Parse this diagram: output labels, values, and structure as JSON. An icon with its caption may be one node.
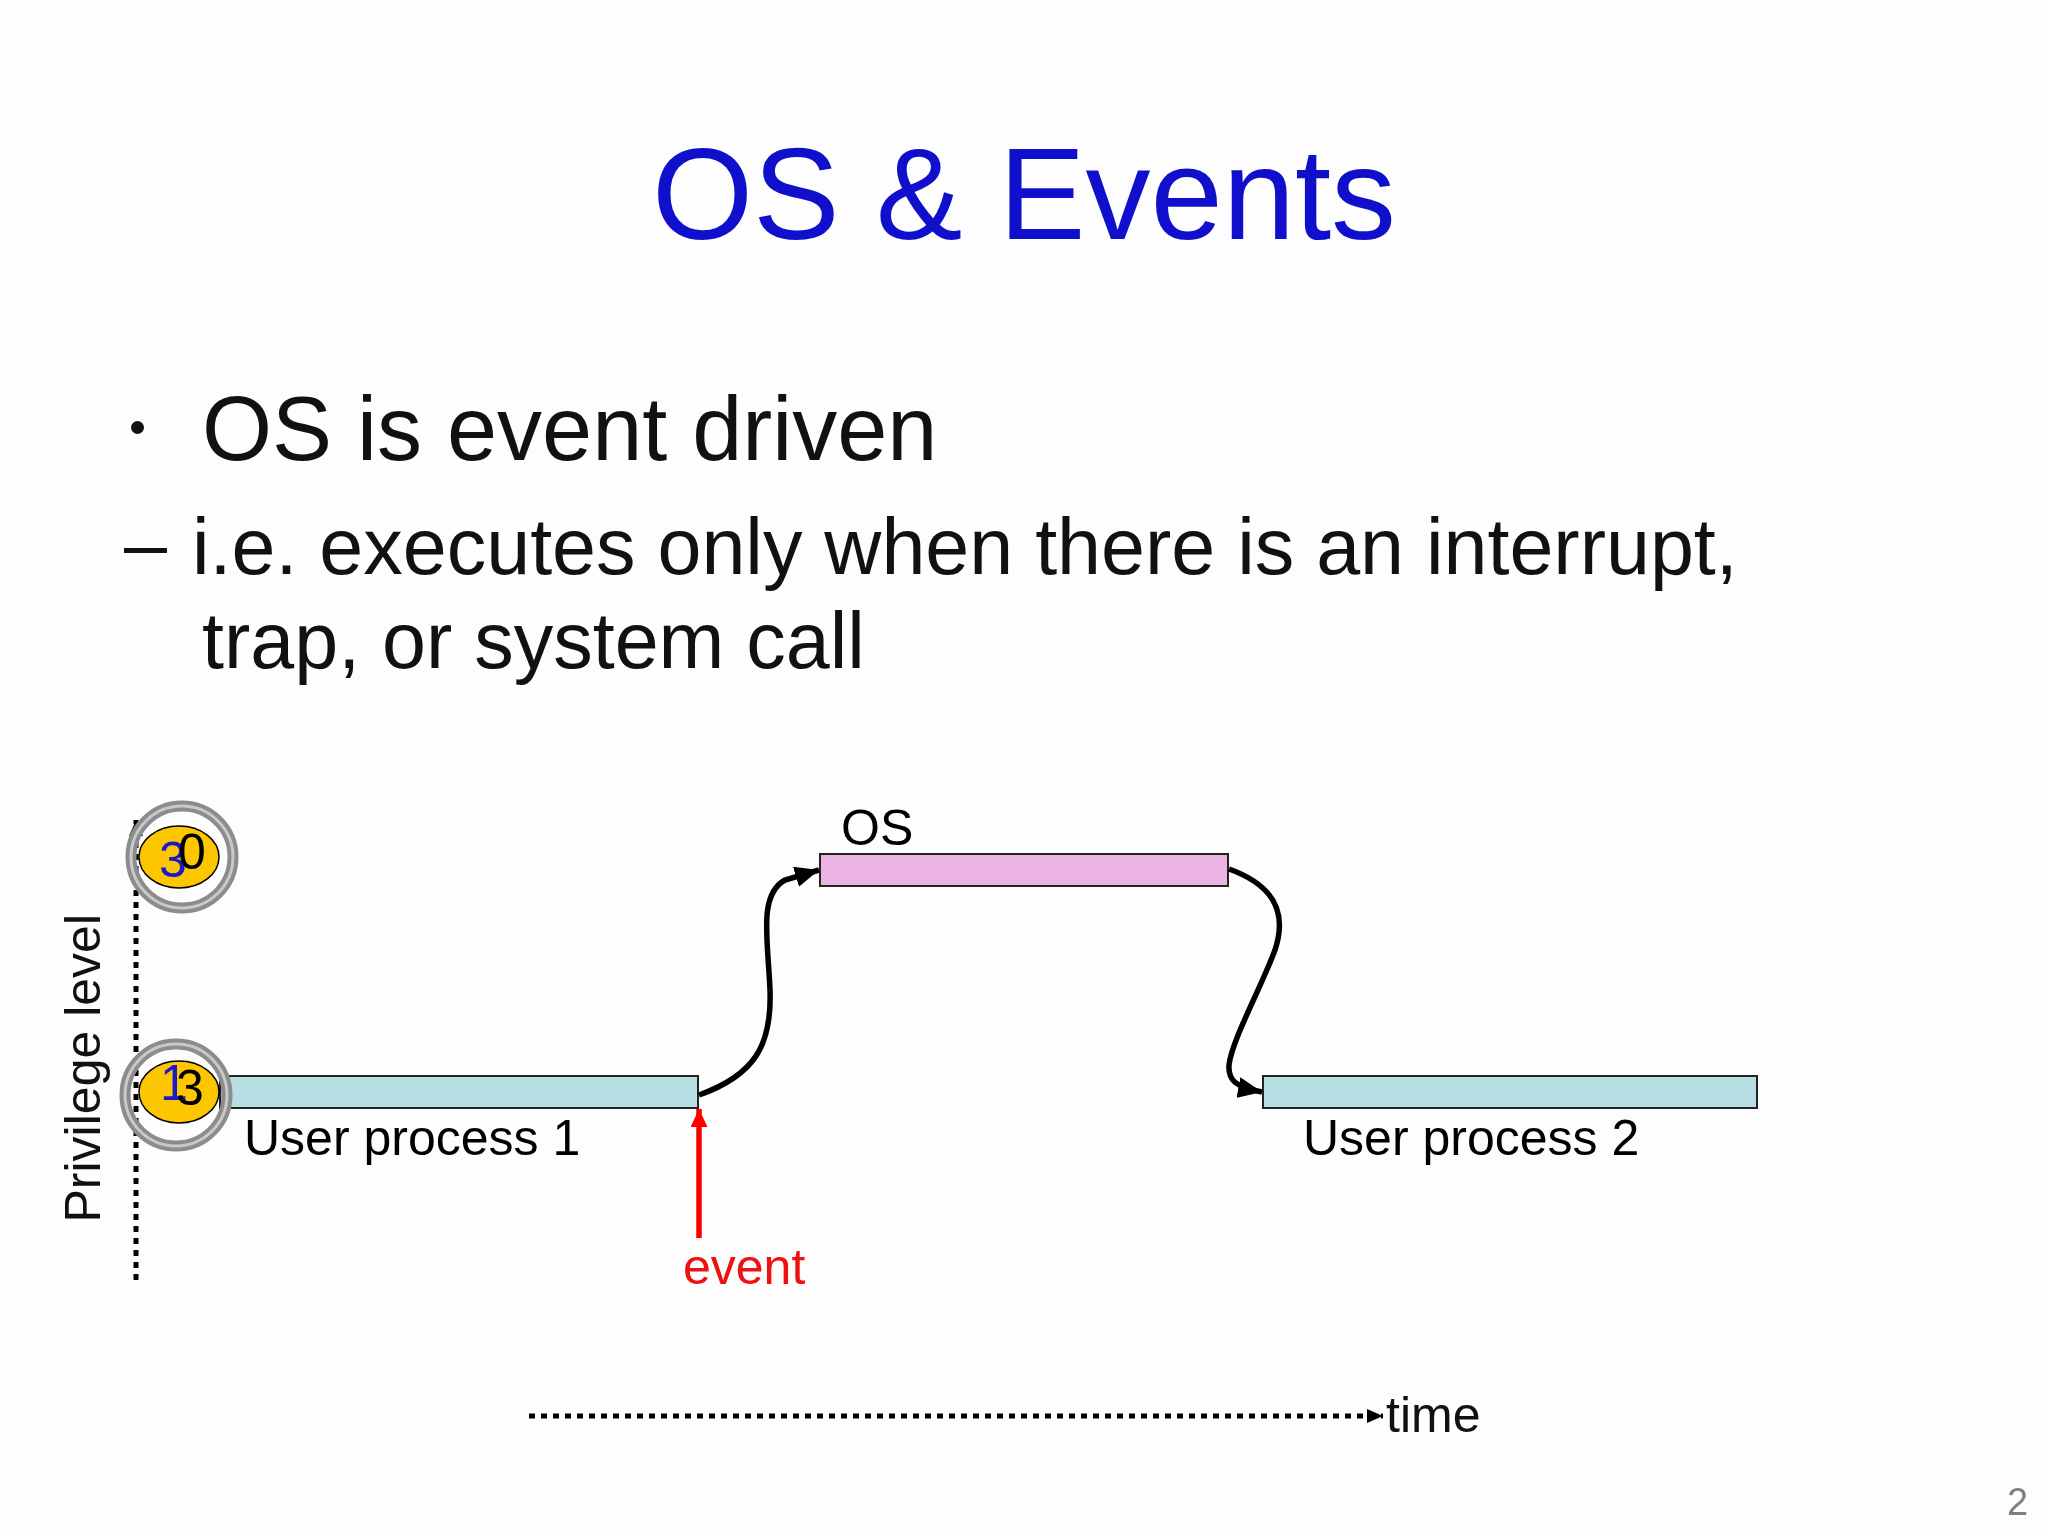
{
  "diagram": {
    "title": "OS & Events",
    "nodes": [
      {
        "text": [
          "3",
          "0"
        ]
      },
      {
        "text": [
          "OS"
        ]
      },
      {
        "text": [
          "1",
          "3"
        ]
      },
      {
        "text": [
          "User process 1"
        ]
      },
      {
        "text": [
          "User process 2"
        ]
      },
      {
        "text": [
          "event"
        ]
      }
    ],
    "edges": [
      {
        "from": 5,
        "to": 3,
        "arrow": "to",
        "color": "#ff0000"
      },
      {
        "from": 3,
        "to": 1,
        "arrow": "to"
      },
      {
        "from": 1,
        "to": 4,
        "arrow": "to"
      }
    ],
    "labels": [
      "OS is event driven",
      "i.e. executes only when there is an interrupt, trap, or system call",
      "Privilege level",
      "time",
      "2"
    ]
  }
}
